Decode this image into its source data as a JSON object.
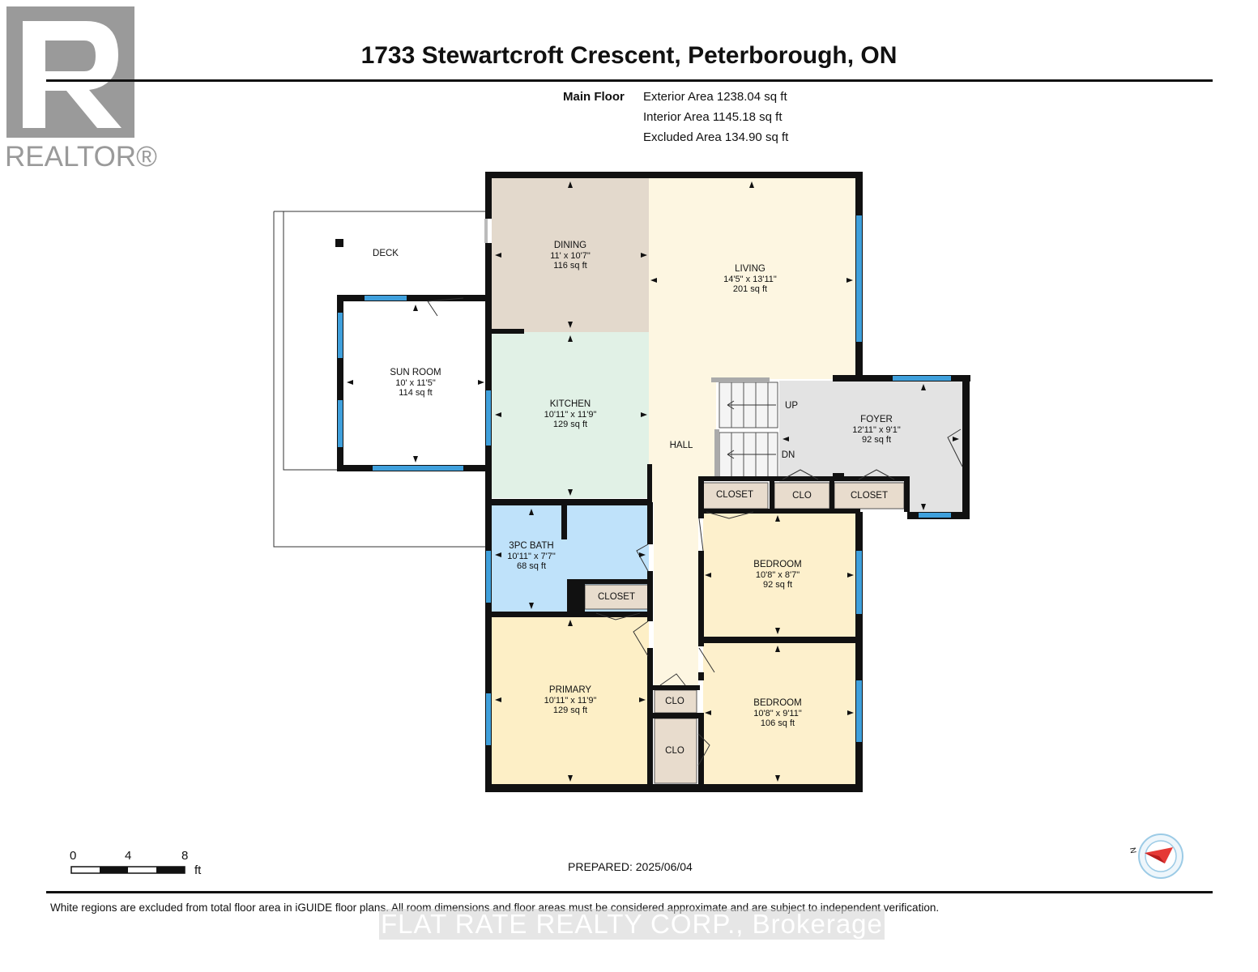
{
  "header": {
    "logo_text": "REALTOR®",
    "title": "1733 Stewartcroft Crescent, Peterborough, ON"
  },
  "summary": {
    "floor_label": "Main Floor",
    "exterior": "Exterior Area 1238.04 sq ft",
    "interior": "Interior Area 1145.18 sq ft",
    "excluded": "Excluded Area 134.90 sq ft"
  },
  "rooms": {
    "dining": {
      "name": "DINING",
      "dims": "11' x 10'7\"",
      "area": "116 sq ft"
    },
    "living": {
      "name": "LIVING",
      "dims": "14'5\" x 13'11\"",
      "area": "201 sq ft"
    },
    "sunroom": {
      "name": "SUN ROOM",
      "dims": "10' x 11'5\"",
      "area": "114 sq ft"
    },
    "kitchen": {
      "name": "KITCHEN",
      "dims": "10'11\" x 11'9\"",
      "area": "129 sq ft"
    },
    "foyer": {
      "name": "FOYER",
      "dims": "12'11\" x 9'1\"",
      "area": "92 sq ft"
    },
    "bath": {
      "name": "3PC BATH",
      "dims": "10'11\" x 7'7\"",
      "area": "68 sq ft"
    },
    "bedroom1": {
      "name": "BEDROOM",
      "dims": "10'8\" x 8'7\"",
      "area": "92 sq ft"
    },
    "primary": {
      "name": "PRIMARY",
      "dims": "10'11\" x 11'9\"",
      "area": "129 sq ft"
    },
    "bedroom2": {
      "name": "BEDROOM",
      "dims": "10'8\" x 9'11\"",
      "area": "106 sq ft"
    }
  },
  "labels": {
    "deck": "DECK",
    "hall": "HALL",
    "up": "UP",
    "dn": "DN",
    "closet_a": "CLOSET",
    "clo_a": "CLO",
    "closet_b": "CLOSET",
    "closet_bath": "CLOSET",
    "clo_hall1": "CLO",
    "clo_hall2": "CLO"
  },
  "scale": {
    "n0": "0",
    "n4": "4",
    "n8": "8",
    "unit": "ft"
  },
  "compass": {
    "letter": "N"
  },
  "footer": {
    "prepared": "PREPARED: 2025/06/04",
    "disclaimer": "White regions are excluded from total floor area in iGUIDE floor plans. All room dimensions and floor areas must be considered approximate and are subject to independent verification.",
    "watermark": "FLAT RATE REALTY CORP., Brokerage"
  },
  "colors": {
    "dining": "#e3d9cc",
    "living": "#fdf6e1",
    "kitchen": "#e1f1e6",
    "sunroom": "#ffffff",
    "foyer": "#e3e3e3",
    "bath": "#bfe2fa",
    "bedroom": "#fdf0cc",
    "primary": "#fdefc6",
    "closet": "#e8dccd",
    "wall": "#111111",
    "window": "#3fa0dc"
  }
}
